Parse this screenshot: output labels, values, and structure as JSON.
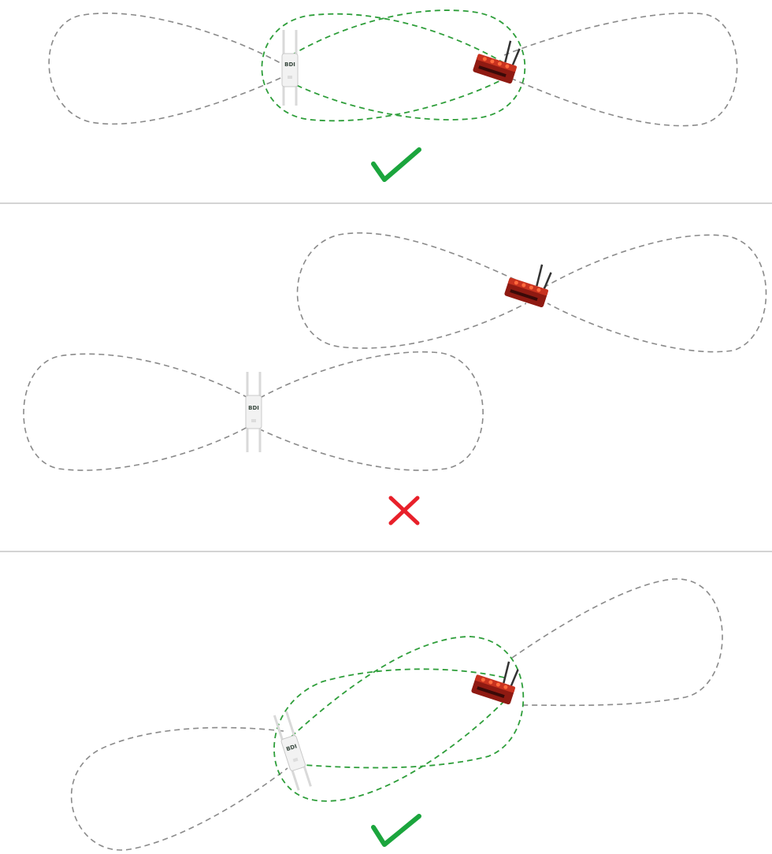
{
  "panels": [
    {
      "result": "correct",
      "ap_logo": "BDI",
      "symbol_color": "#1ba53d"
    },
    {
      "result": "incorrect",
      "ap_logo": "BDI",
      "symbol_color": "#e8202a"
    },
    {
      "result": "correct",
      "ap_logo": "BDI",
      "symbol_color": "#1ba53d"
    }
  ],
  "colors": {
    "pattern_lobe": "#8a8a8a",
    "overlap_lobe": "#2e9e3a",
    "divider": "#d4d4d4",
    "router_body": "#8f1a12",
    "router_top": "#c8321f",
    "access_point": "#f2f2f2"
  }
}
